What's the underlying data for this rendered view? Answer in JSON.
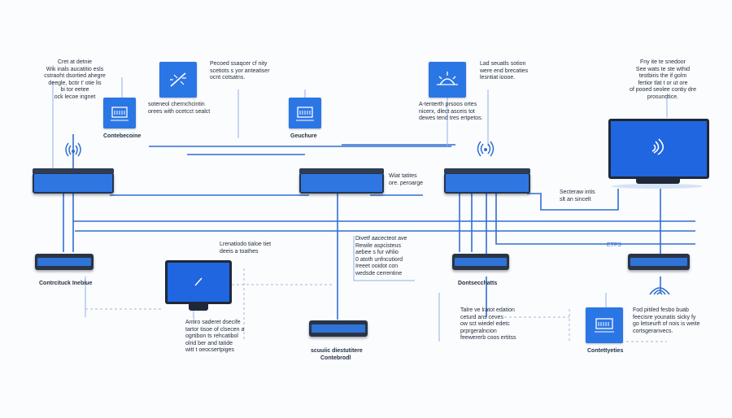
{
  "labels": {
    "tl_note": "Cret at detnie\nWik inals aucatitio esls\ncstraoht dsortied ahegre\ndeegle, bctir t' otie lis\nbi tor eetee\nock lecoe ingnet",
    "tile1_note": "Pecoed ssaqcer cf nity\nscetiots s yor anteatiser\nocnt cotsatns.",
    "tile1b_note": "soteneol chernchcintin\norees with ocetcct sealct",
    "tr_note": "Lad seuatls sotion\nwere end brecaties\nlesntiat ioooe.",
    "tr2_note": "A-tenterth prsoos ortes\nnicerx, dlect asceis tot\ndewes tend tres ertpetos.",
    "far_note": "Fny ite te snedoor\nSee wats te ste wthid\ntestbiris the if golm\nfertior tlat t or ut ore\nof pooed seolee contiy dre\nprosundtice.",
    "mid_router_note": "Wiat tatites\nore. peroarge",
    "right_router_note": "Secteraw intis\nslt an sincelt",
    "mid_monitor_note": "Lrenatiodo tialoe tiet\ndeeis a toathes",
    "center_note": "Divetf aacecteot ave\nRewile aspcisteus\naebee s fur whlio\n0 atoth unfncutiord\nIreeet ooidot con\nwedsde cerrentine",
    "bl_note": "Antiro saderet dsecife\ntartor tisoe of clsecen a\nogrtibon ts rehcatibol\nolrid ber and tatide\nwitt t oeocsertpiges",
    "br_note": "Talre ve lratot edation\nceturd ans ceves\now sct wiedel edetc\nprprgeralncion\nfeewererb coos ertitss",
    "far_br_note": "Fod pitiled fesbo buab\nfeecisre younatis sicky fy\ngo letseurft of nois is weite\ncortsgeranvecs.",
    "etfs": "ETFS"
  },
  "captions": {
    "tile_left": "Contebecoine",
    "tile_mid": "Geuchure",
    "switch_left": "Contrcituck Inebiue",
    "switch_center_1": "scuuiic diestutitere",
    "switch_center_2": "Contebrodl",
    "switch_right": "Dontsecchatts",
    "tile_far": "Contettyeties"
  },
  "icons": {
    "tile_top_left": "sparkle-slash-icon",
    "tile_left": "server-panel-icon",
    "tile_mid": "server-panel-icon",
    "tile_top_right": "sunrise-icon",
    "tile_far": "server-panel-icon",
    "monitor_right": "wireless-signal-icon",
    "monitor_mid": "slash-icon",
    "wifi": "wifi-icon"
  },
  "colors": {
    "accent": "#2b76e5",
    "dark": "#233550",
    "wire": "#2f6fd0"
  }
}
